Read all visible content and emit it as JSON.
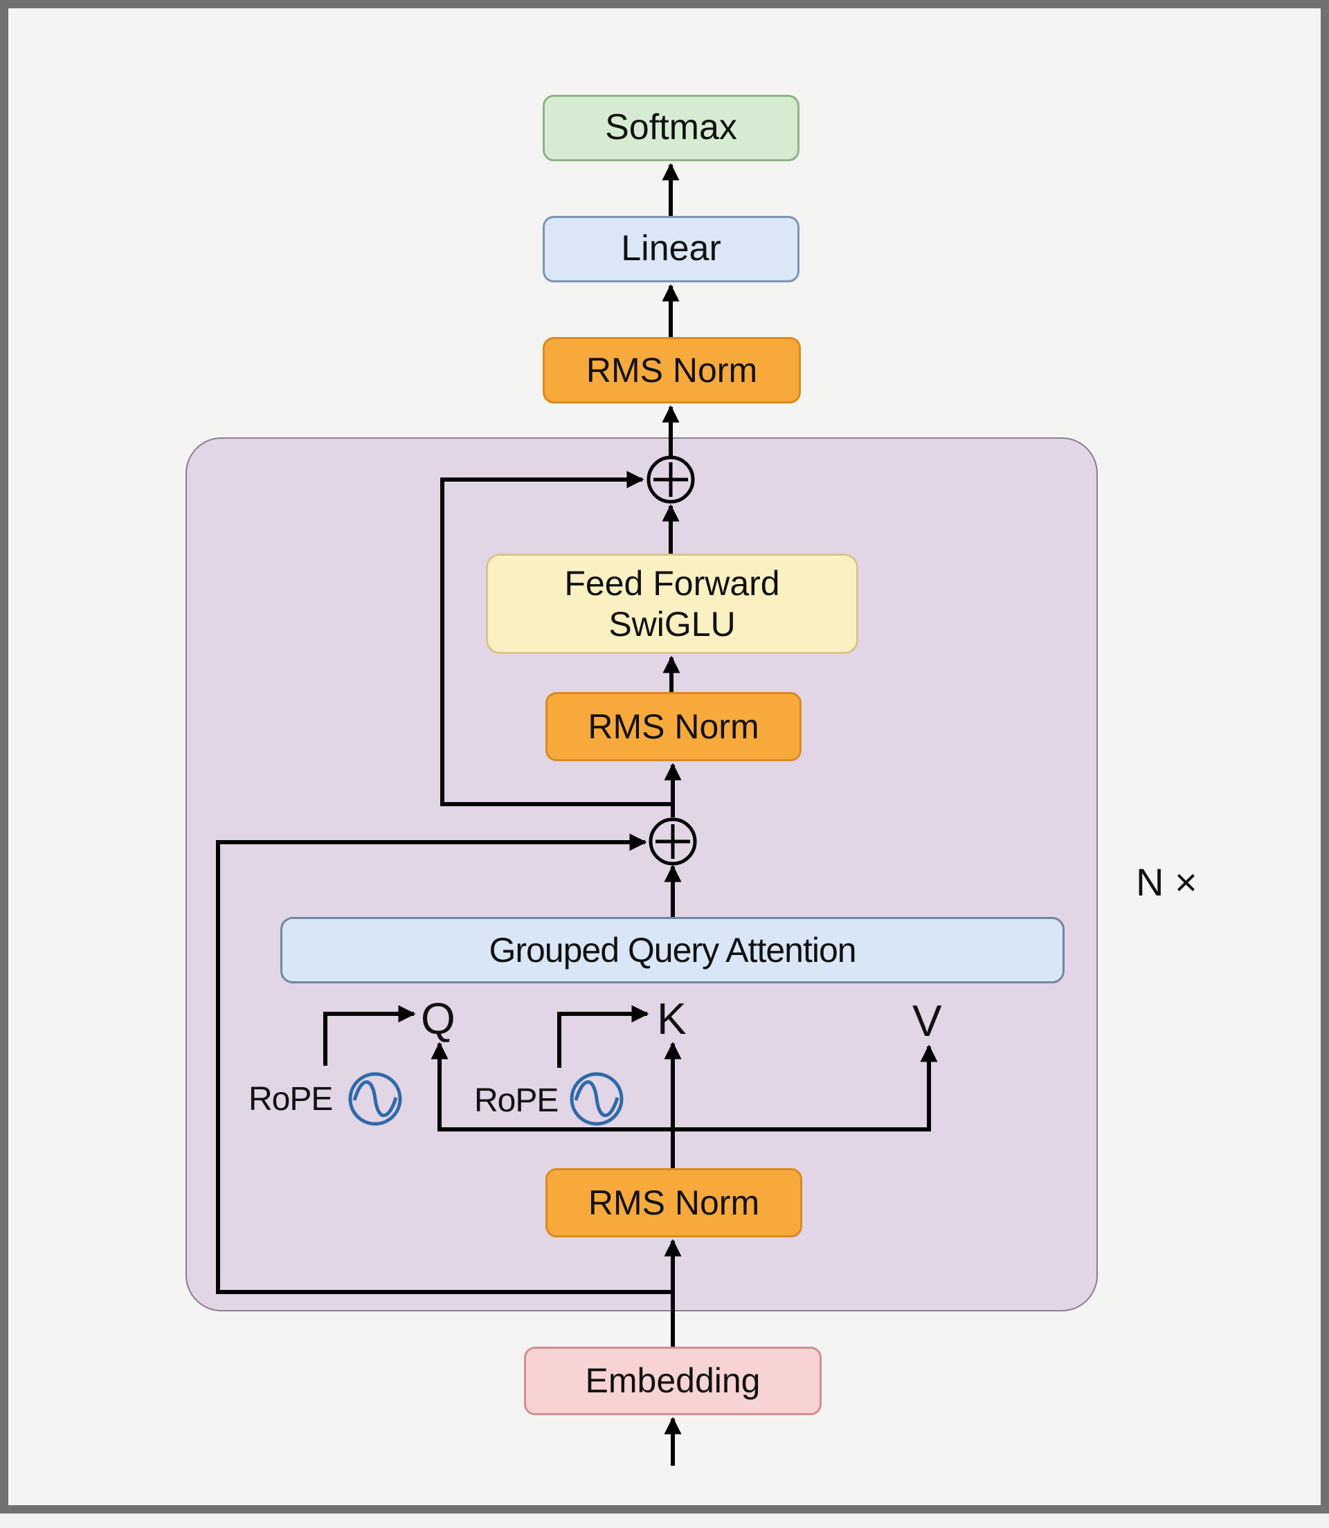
{
  "diagram": {
    "title": "Transformer decoder architecture",
    "blocks": {
      "softmax": "Softmax",
      "linear": "Linear",
      "rms_norm_final": "RMS Norm",
      "feed_forward_line1": "Feed Forward",
      "feed_forward_line2": "SwiGLU",
      "rms_norm_ffn": "RMS Norm",
      "attention": "Grouped Query Attention",
      "rms_norm_attn": "RMS Norm",
      "embedding": "Embedding"
    },
    "attention_inputs": {
      "q": "Q",
      "k": "K",
      "v": "V"
    },
    "rope_labels": [
      "RoPE",
      "RoPE"
    ],
    "repeat_label": "N ×",
    "icons": {
      "residual_add": "circled-plus-icon",
      "rope": "sine-wave-circle-icon"
    },
    "colors": {
      "softmax_fill": "#d6ecd2",
      "linear_fill": "#dbe7f6",
      "rms_norm_fill": "#f8a93c",
      "feed_forward_fill": "#fbf0c2",
      "attention_fill": "#d9e6f5",
      "embedding_fill": "#f7d3d3",
      "repeat_block_fill": "#e2d5e6",
      "rope_icon": "#2f6aa8"
    }
  }
}
